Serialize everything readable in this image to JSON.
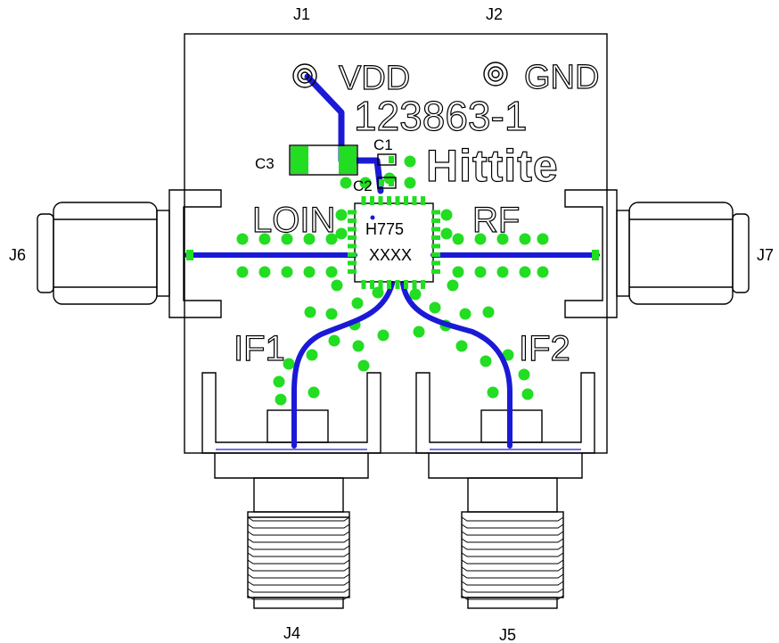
{
  "connectors": {
    "j1": "J1",
    "j2": "J2",
    "j4": "J4",
    "j5": "J5",
    "j6": "J6",
    "j7": "J7"
  },
  "silkscreen": {
    "vdd": "VDD",
    "gnd": "GND",
    "part_number": "123863-1",
    "brand": "Hittite",
    "loin": "LOIN",
    "rf": "RF",
    "if1": "IF1",
    "if2": "IF2"
  },
  "components": {
    "c1": "C1",
    "c2": "C2",
    "c3": "C3",
    "chip_line1": "H775",
    "chip_line2": "XXXX"
  },
  "colors": {
    "trace": "#1a1ad6",
    "via": "#22dd22",
    "outline": "#000000"
  }
}
